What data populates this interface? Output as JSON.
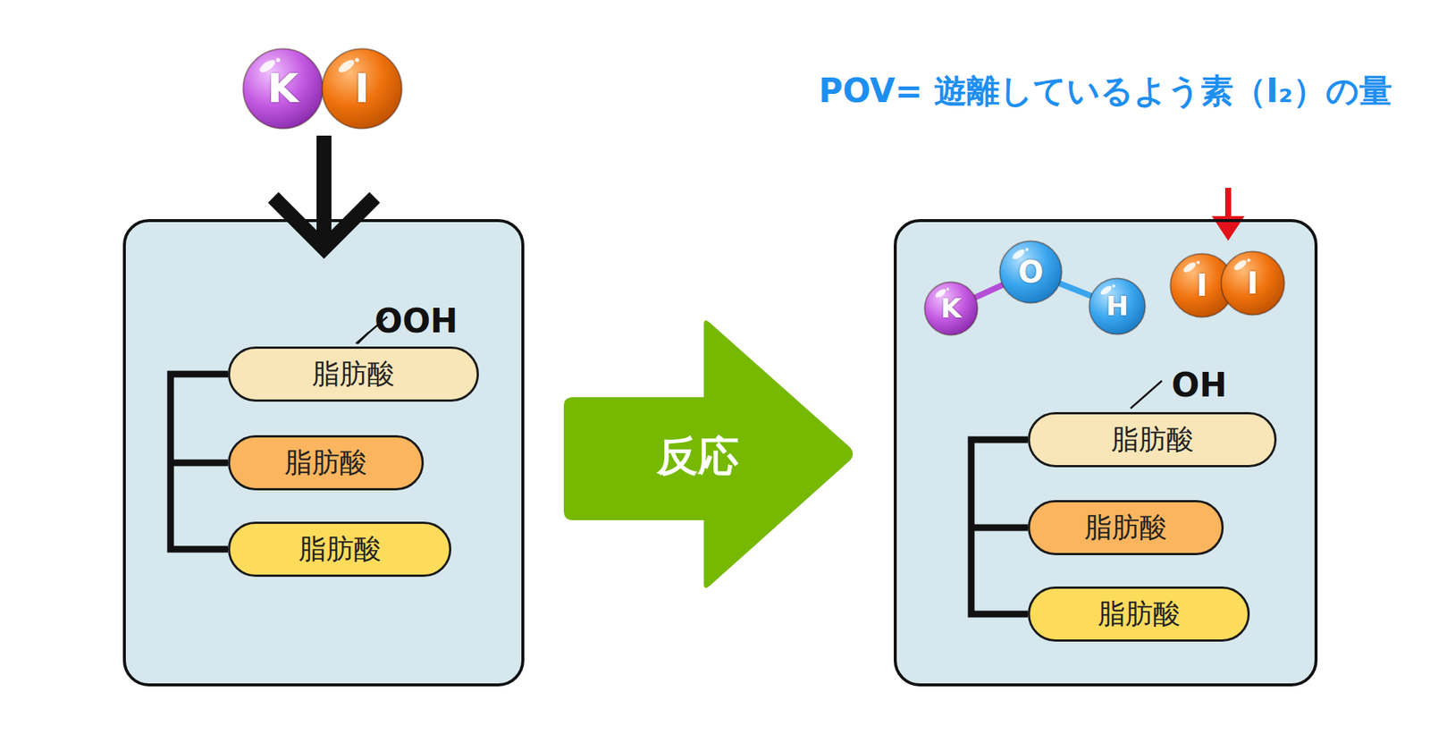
{
  "diagram": {
    "title": "POV= 遊離しているよう素（I₂）の量",
    "nodes": [
      {
        "text": [
          "K"
        ]
      },
      {
        "text": [
          "I"
        ]
      },
      {
        "text": []
      },
      {
        "text": [
          "OOH",
          "脂肪酸"
        ],
        "in": 2
      },
      {
        "text": [
          "脂肪酸"
        ],
        "in": 2
      },
      {
        "text": [
          "脂肪酸"
        ],
        "in": 2
      },
      {
        "text": [
          "反応"
        ]
      },
      {
        "text": []
      },
      {
        "text": [
          "K"
        ],
        "in": 7
      },
      {
        "text": [
          "O"
        ],
        "in": 7
      },
      {
        "text": [
          "H"
        ],
        "in": 7
      },
      {
        "text": [
          "I"
        ],
        "in": 7
      },
      {
        "text": [
          "I"
        ],
        "in": 7
      },
      {
        "text": [
          "OH",
          "脂肪酸"
        ],
        "in": 7
      },
      {
        "text": [
          "脂肪酸"
        ],
        "in": 7
      },
      {
        "text": [
          "脂肪酸"
        ],
        "in": 7
      }
    ],
    "edges": [
      {
        "from": 8,
        "to": 9,
        "arrow": "none"
      },
      {
        "from": 9,
        "to": 10,
        "arrow": "none"
      }
    ]
  }
}
